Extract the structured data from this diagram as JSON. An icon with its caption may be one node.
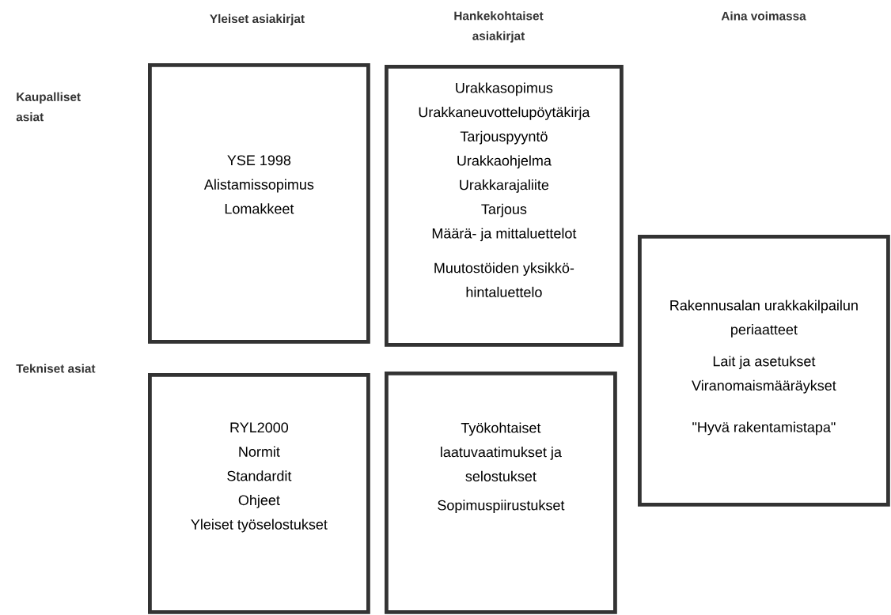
{
  "diagram": {
    "nodes": [
      {
        "text": [
          "YSE 1998",
          "Alistamissopimus",
          "Lomakkeet"
        ]
      },
      {
        "text": [
          "Urakkasopimus",
          "Urakkaneuvottelupöytäkirja",
          "Tarjouspyyntö",
          "Urakkaohjelma",
          "Urakkarajaliite",
          "Tarjous",
          "Määrä- ja mittaluettelot",
          "Muutostöiden yksikkö- hintaluettelo"
        ]
      },
      {
        "text": [
          "Rakennusalan urakkakilpailun periaatteet",
          "Lait ja asetukset",
          "Viranomaismääräykset",
          "\"Hyvä rakentamistapa\""
        ]
      },
      {
        "text": [
          "RYL2000",
          "Normit",
          "Standardit",
          "Ohjeet",
          "Yleiset työselostukset"
        ]
      },
      {
        "text": [
          "Työkohtaiset laatuvaatimukset ja selostukset",
          "Sopimuspiirustukset"
        ]
      }
    ],
    "labels": [
      "Yleiset asiakirjat",
      "Hankekohtaiset asiakirjat",
      "Aina voimassa",
      "Kaupalliset asiat",
      "Tekniset asiat"
    ]
  }
}
